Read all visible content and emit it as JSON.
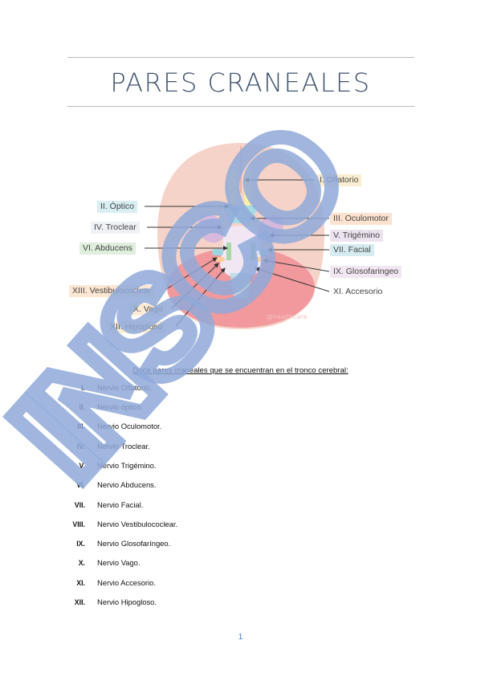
{
  "title": "PARES CRANEALES",
  "diagram": {
    "watermark_credit": "@healthcare",
    "labels": [
      {
        "text": "I. Olfatorio",
        "bg": "#fbeed0"
      },
      {
        "text": "II. Óptico",
        "bg": "#d8eef2"
      },
      {
        "text": "IV. Troclear",
        "bg": "#eef1f5"
      },
      {
        "text": "VI. Abducens",
        "bg": "#dfeedd"
      },
      {
        "text": "XIII. Vestibulococlear",
        "bg": "#fde6d2"
      },
      {
        "text": "X. Vago",
        "bg": "#fdebd5"
      },
      {
        "text": "XII. Hipogloso",
        "bg": "#fcefd6"
      },
      {
        "text": "III. Oculomotor",
        "bg": "#fde3cf"
      },
      {
        "text": "V. Trigémino",
        "bg": "#ede3f0"
      },
      {
        "text": "VII. Facial",
        "bg": "#d6ecf1"
      },
      {
        "text": "IX. Glosofaringeo",
        "bg": "#f2e6f1"
      },
      {
        "text": "XI. Accesorio",
        "bg": "#ffffff"
      }
    ]
  },
  "subtitle": "Doce pares craneales que se encuentran en el tronco cerebral:",
  "items": [
    {
      "num": "I.",
      "text": "Nervio Olfatorio."
    },
    {
      "num": "II.",
      "text": "Nervio óptico."
    },
    {
      "num": "III.",
      "text": "Nervio Oculomotor."
    },
    {
      "num": "IV.",
      "text": "Nervio Troclear."
    },
    {
      "num": "V.",
      "text": "Nervio Trigémino."
    },
    {
      "num": "VI.",
      "text": "Nervio Abducens."
    },
    {
      "num": "VII.",
      "text": "Nervio Facial."
    },
    {
      "num": "VIII.",
      "text": "Nervio Vestibulococlear."
    },
    {
      "num": "IX.",
      "text": "Nervio Glosofaríngeo."
    },
    {
      "num": "X.",
      "text": "Nervio Vago."
    },
    {
      "num": "XI.",
      "text": "Nervio Accesorio."
    },
    {
      "num": "XII.",
      "text": "Nervio Hipogloso."
    }
  ],
  "page_number": "1",
  "watermark_text": "INSCO"
}
